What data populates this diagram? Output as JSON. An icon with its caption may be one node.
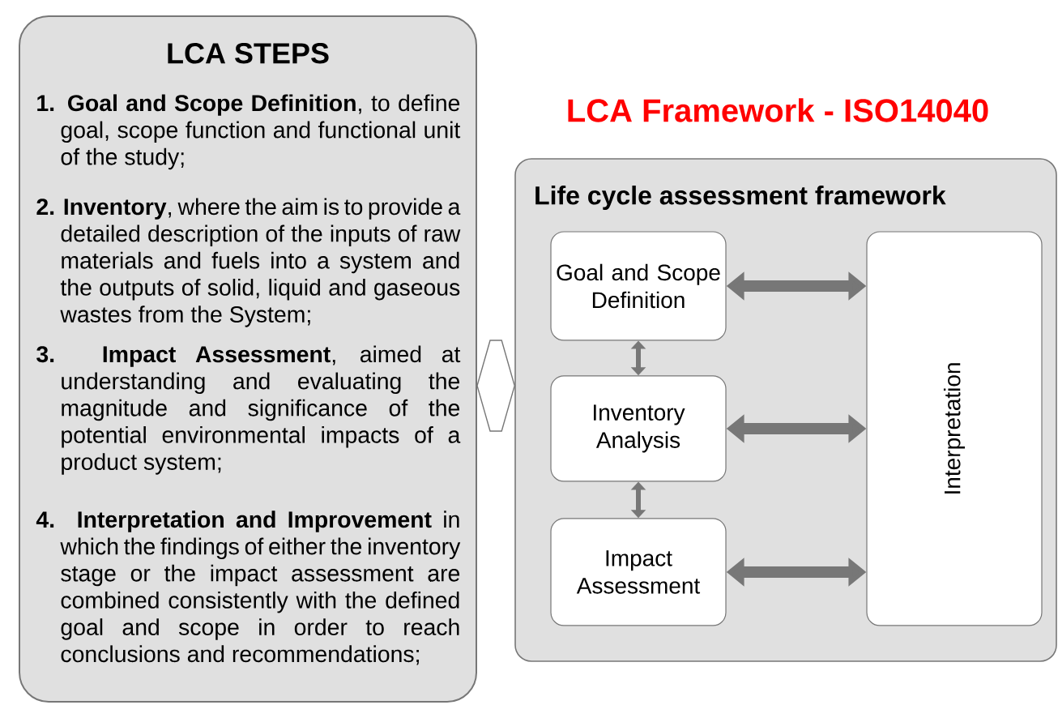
{
  "diagram": {
    "title": "LCA Framework - ISO14040",
    "nodes": [
      {
        "text": [
          "LCA STEPS",
          "**1. Goal and Scope Definition**, to define goal, scope function and functional unit of the study;",
          "**2. Inventory**, where the aim is to provide a detailed description of the inputs of raw materials and fuels into a system and the outputs of solid, liquid and gaseous wastes from the System;",
          "**3. Impact Assessment**, aimed at understanding and evaluating the magnitude and significance of the potential environmental impacts of a product system;",
          "**4. Interpretation and Improvement** in which the findings of either the inventory stage or the impact assessment are combined consistently with the defined goal and scope in order to reach conclusions and recommendations;"
        ]
      },
      {
        "text": [
          "Life cycle assessment framework"
        ]
      },
      {
        "text": [
          "Goal and Scope Definition"
        ],
        "in": 1
      },
      {
        "text": [
          "Inventory Analysis"
        ],
        "in": 1
      },
      {
        "text": [
          "Impact Assessment"
        ],
        "in": 1
      },
      {
        "text": [
          "Interpretation"
        ],
        "in": 1
      }
    ],
    "edges": [
      {
        "from": 0,
        "to": 1,
        "arrow": "both",
        "color": "#ffffff"
      },
      {
        "from": 2,
        "to": 5,
        "arrow": "both"
      },
      {
        "from": 2,
        "to": 3,
        "arrow": "both"
      },
      {
        "from": 3,
        "to": 5,
        "arrow": "both"
      },
      {
        "from": 3,
        "to": 4,
        "arrow": "both"
      },
      {
        "from": 4,
        "to": 5,
        "arrow": "both"
      }
    ]
  }
}
